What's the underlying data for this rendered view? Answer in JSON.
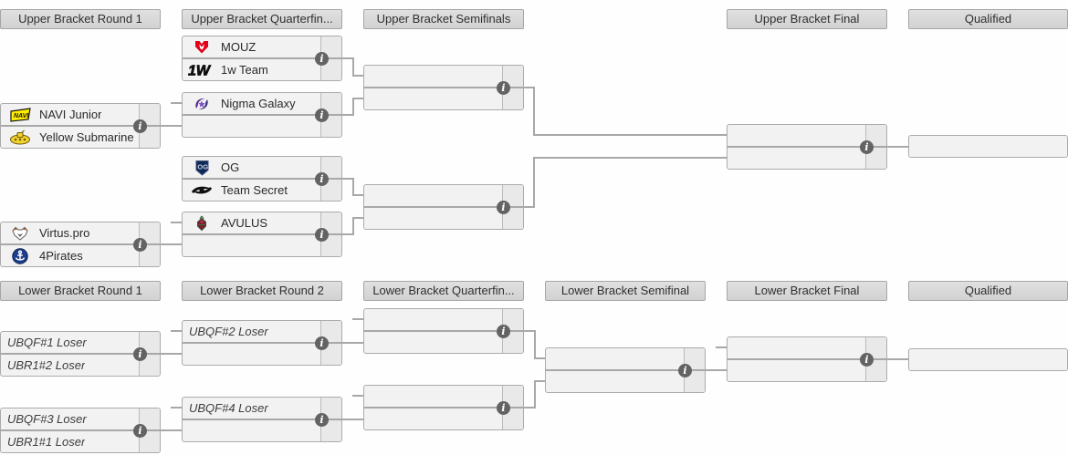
{
  "page_title": "Tournament Bracket",
  "colors": {
    "connector": "#a8a8a8",
    "box_background": "#f2f2f2",
    "score_cell_background": "#e9e9e9",
    "box_border": "#ababab",
    "header_background": "#d8d8d8",
    "info_badge_background": "#636363",
    "text": "#2a2a2a"
  },
  "ui": {
    "info_glyph": "i"
  },
  "headers": {
    "top": [
      {
        "label": "Upper Bracket Round 1"
      },
      {
        "label": "Upper Bracket Quarterfin..."
      },
      {
        "label": "Upper Bracket Semifinals"
      },
      {
        "label": "Upper Bracket Final"
      },
      {
        "label": "Qualified"
      }
    ],
    "bottom": [
      {
        "label": "Lower Bracket Round 1"
      },
      {
        "label": "Lower Bracket Round 2"
      },
      {
        "label": "Lower Bracket Quarterfin..."
      },
      {
        "label": "Lower Bracket Semifinal"
      },
      {
        "label": "Lower Bracket Final"
      },
      {
        "label": "Qualified"
      }
    ]
  },
  "matches": [
    {
      "id": "ub-r1-m1",
      "teams": [
        {
          "name": "NAVI Junior",
          "icon": "navi-junior-logo"
        },
        {
          "name": "Yellow Submarine",
          "icon": "yellow-submarine-logo"
        }
      ]
    },
    {
      "id": "ub-r1-m2",
      "teams": [
        {
          "name": "Virtus.pro",
          "icon": "virtus-pro-logo"
        },
        {
          "name": "4Pirates",
          "icon": "4pirates-logo"
        }
      ]
    },
    {
      "id": "ub-qf1",
      "teams": [
        {
          "name": "MOUZ",
          "icon": "mouz-logo"
        },
        {
          "name": "1w Team",
          "icon": "1w-team-logo"
        }
      ]
    },
    {
      "id": "ub-qf2",
      "teams": [
        {
          "name": "Nigma Galaxy",
          "icon": "nigma-galaxy-logo"
        },
        {
          "name": "",
          "icon": null
        }
      ]
    },
    {
      "id": "ub-qf3",
      "teams": [
        {
          "name": "OG",
          "icon": "og-logo"
        },
        {
          "name": "Team Secret",
          "icon": "team-secret-logo"
        }
      ]
    },
    {
      "id": "ub-qf4",
      "teams": [
        {
          "name": "AVULUS",
          "icon": "avulus-logo"
        },
        {
          "name": "",
          "icon": null
        }
      ]
    },
    {
      "id": "ub-sf1",
      "teams": [
        {
          "name": "",
          "icon": null
        },
        {
          "name": "",
          "icon": null
        }
      ]
    },
    {
      "id": "ub-sf2",
      "teams": [
        {
          "name": "",
          "icon": null
        },
        {
          "name": "",
          "icon": null
        }
      ]
    },
    {
      "id": "ub-final",
      "teams": [
        {
          "name": "",
          "icon": null
        },
        {
          "name": "",
          "icon": null
        }
      ]
    },
    {
      "id": "q-ub",
      "single": true,
      "teams": [
        {
          "name": "",
          "icon": null
        }
      ]
    },
    {
      "id": "lb-r1-m1",
      "teams": [
        {
          "name": "UBQF#1 Loser",
          "icon": null,
          "placeholder": true
        },
        {
          "name": "UBR1#2 Loser",
          "icon": null,
          "placeholder": true
        }
      ]
    },
    {
      "id": "lb-r1-m2",
      "teams": [
        {
          "name": "UBQF#3 Loser",
          "icon": null,
          "placeholder": true
        },
        {
          "name": "UBR1#1 Loser",
          "icon": null,
          "placeholder": true
        }
      ]
    },
    {
      "id": "lb-r2-m1",
      "teams": [
        {
          "name": "UBQF#2 Loser",
          "icon": null,
          "placeholder": true
        },
        {
          "name": "",
          "icon": null
        }
      ]
    },
    {
      "id": "lb-r2-m2",
      "teams": [
        {
          "name": "UBQF#4 Loser",
          "icon": null,
          "placeholder": true
        },
        {
          "name": "",
          "icon": null
        }
      ]
    },
    {
      "id": "lb-qf1",
      "teams": [
        {
          "name": "",
          "icon": null
        },
        {
          "name": "",
          "icon": null
        }
      ]
    },
    {
      "id": "lb-qf2",
      "teams": [
        {
          "name": "",
          "icon": null
        },
        {
          "name": "",
          "icon": null
        }
      ]
    },
    {
      "id": "lb-sf",
      "teams": [
        {
          "name": "",
          "icon": null
        },
        {
          "name": "",
          "icon": null
        }
      ]
    },
    {
      "id": "lb-final",
      "teams": [
        {
          "name": "",
          "icon": null
        },
        {
          "name": "",
          "icon": null
        }
      ]
    },
    {
      "id": "q-lb",
      "single": true,
      "teams": [
        {
          "name": "",
          "icon": null
        }
      ]
    }
  ]
}
